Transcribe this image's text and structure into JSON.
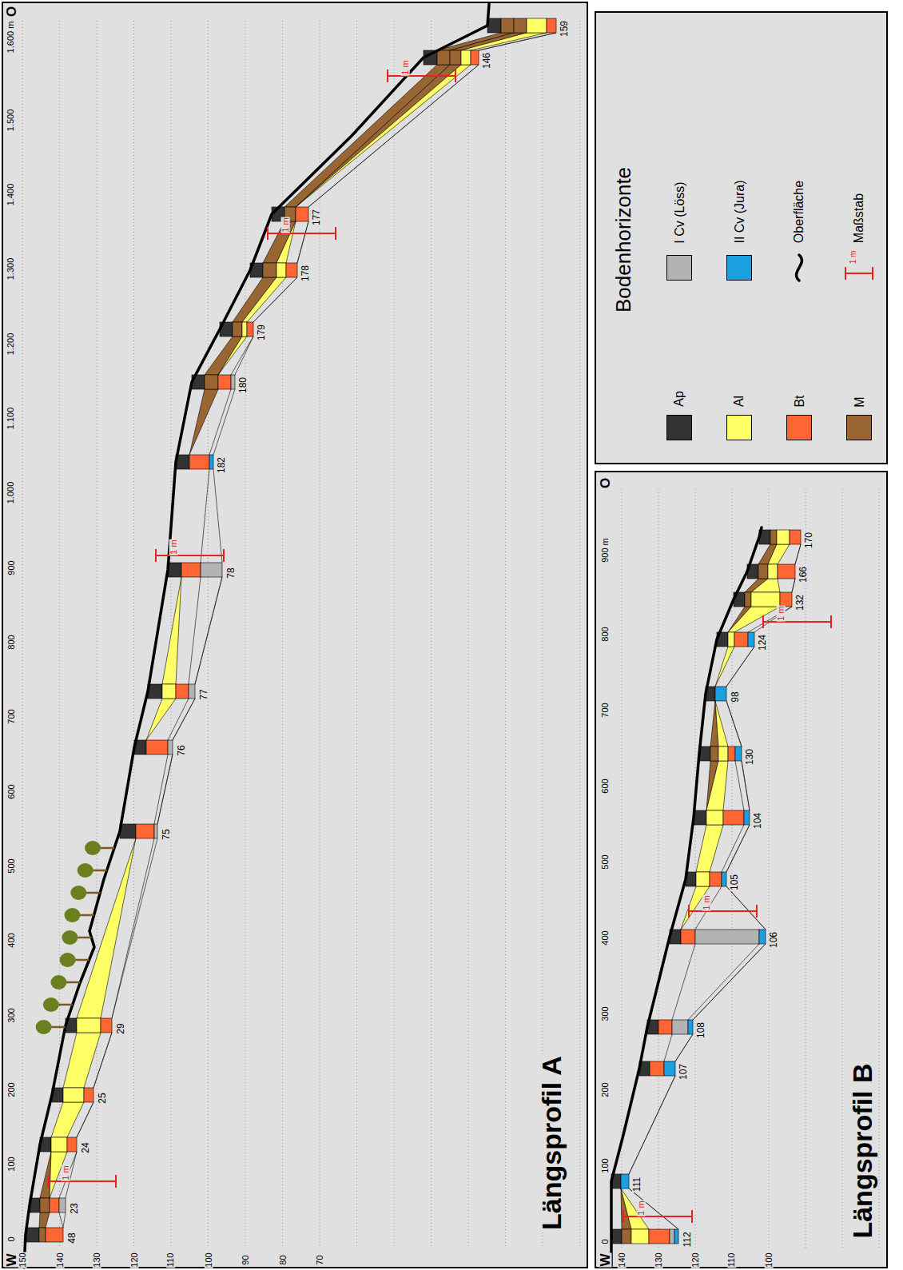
{
  "diagram": {
    "labels": [
      "W",
      "O",
      "0",
      "100",
      "200",
      "300",
      "400",
      "500",
      "600",
      "700",
      "800",
      "900",
      "1.000",
      "1.100",
      "1.200",
      "1.300",
      "1.400",
      "1.500",
      "1.600 m",
      "150",
      "140",
      "130",
      "120",
      "110",
      "100",
      "90",
      "80",
      "70",
      "48",
      "23",
      "24",
      "25",
      "29",
      "75",
      "76",
      "77",
      "78",
      "182",
      "180",
      "179",
      "178",
      "177",
      "146",
      "159",
      "1 m",
      "1 m",
      "1 m",
      "1 m",
      "Längsprofil A",
      "W",
      "O",
      "0",
      "100",
      "200",
      "300",
      "400",
      "500",
      "600",
      "700",
      "800",
      "900 m",
      "140",
      "130",
      "120",
      "110",
      "100",
      "112",
      "111",
      "107",
      "108",
      "106",
      "105",
      "104",
      "130",
      "98",
      "124",
      "132",
      "166",
      "170",
      "1 m",
      "1 m",
      "1 m",
      "Längsprofil B",
      "Bodenhorizonte",
      "1 m"
    ],
    "legend": [
      {
        "text": "Ap",
        "color": "#333333"
      },
      {
        "text": "Al",
        "color": "#ffff66"
      },
      {
        "text": "Bt",
        "color": "#ff6633"
      },
      {
        "text": "M",
        "color": "#996633"
      },
      {
        "text": "I Cv (Löss)",
        "color": "#b3b3b3"
      },
      {
        "text": "II Cv (Jura)",
        "color": "#1b9fe0"
      },
      {
        "text": "Oberfläche"
      },
      {
        "text": "Maßstab"
      }
    ]
  }
}
